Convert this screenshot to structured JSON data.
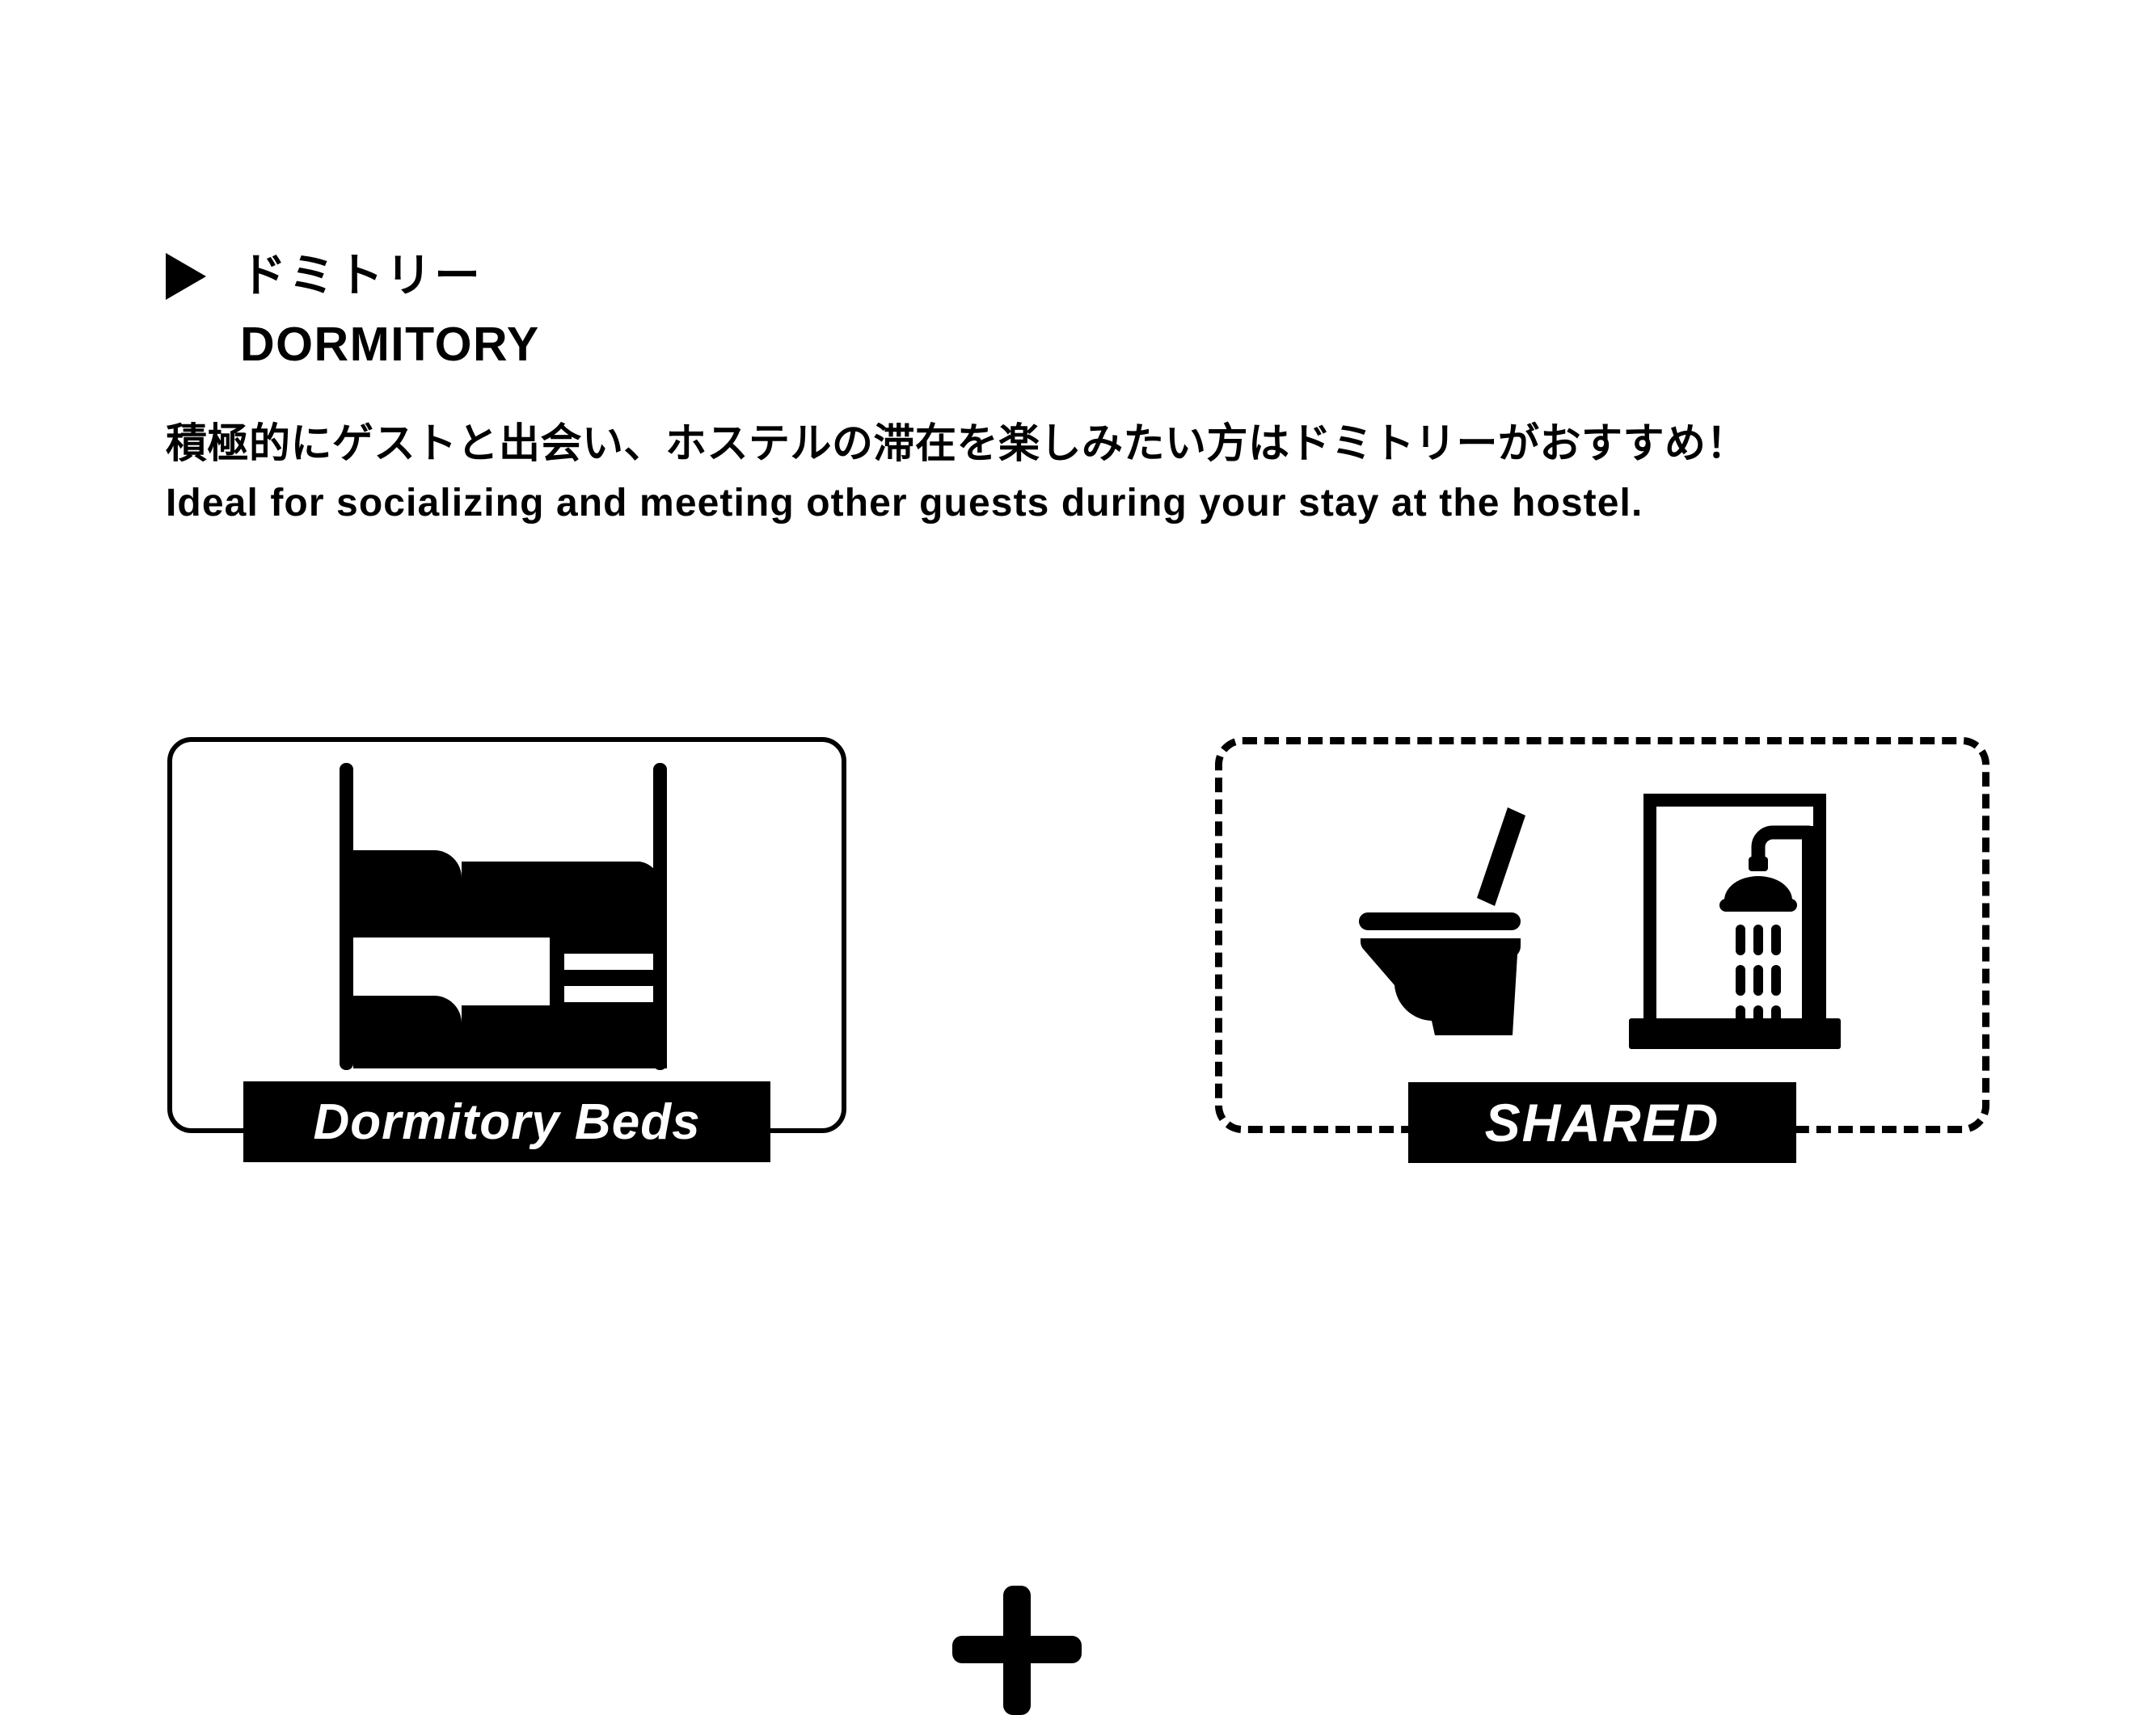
{
  "header": {
    "bullet_icon": "play-triangle-icon",
    "title_jp": "ドミトリー",
    "title_en": "DORMITORY",
    "description_jp": "積極的にゲストと出会い、ホステルの滞在を楽しみたい方はドミトリーがおすすめ！",
    "description_en": "Ideal for socializing and meeting other guests during your stay at the hostel."
  },
  "panels": {
    "beds": {
      "icon": "bunk-bed-icon",
      "label": "Dormitory Beds",
      "border_style": "solid"
    },
    "operator": "+",
    "shared": {
      "icons": [
        "toilet-icon",
        "shower-icon"
      ],
      "label": "SHARED",
      "border_style": "dashed"
    }
  },
  "colors": {
    "background": "#ffffff",
    "foreground": "#000000",
    "label_text": "#ffffff"
  }
}
